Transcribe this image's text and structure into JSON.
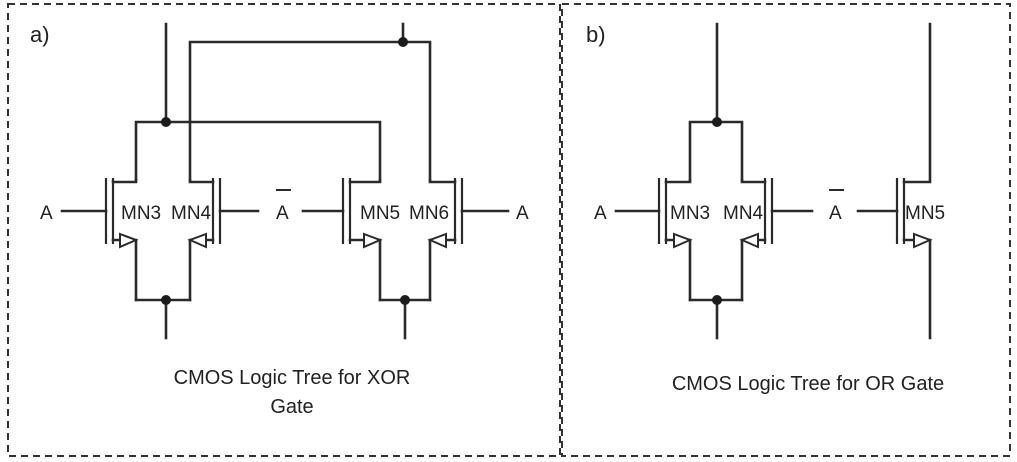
{
  "panel_a": {
    "label": "a)",
    "caption_line1": "CMOS Logic Tree for XOR",
    "caption_line2": "Gate",
    "input_left": "A",
    "input_mid": "A",
    "input_right": "A",
    "transistors": [
      "MN3",
      "MN4",
      "MN5",
      "MN6"
    ]
  },
  "panel_b": {
    "label": "b)",
    "caption": "CMOS Logic Tree for OR Gate",
    "input_left": "A",
    "input_mid": "A",
    "transistors": [
      "MN3",
      "MN4",
      "MN5"
    ]
  }
}
